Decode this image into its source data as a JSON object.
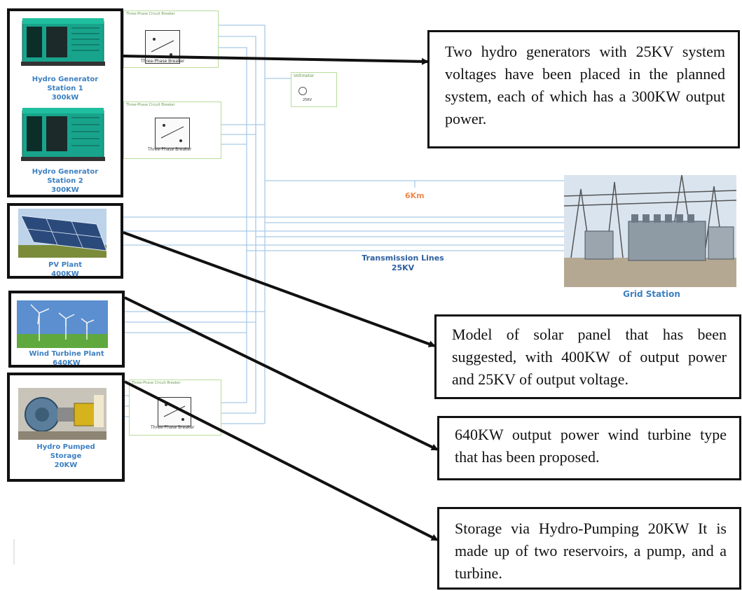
{
  "sources": {
    "hydro1": {
      "line1": "Hydro Generator",
      "line2": "Station 1",
      "line3": "300kW"
    },
    "hydro2": {
      "line1": "Hydro Generator",
      "line2": "Station 2",
      "line3": "300KW"
    },
    "pv": {
      "line1": "PV Plant",
      "line2": "400KW"
    },
    "wind": {
      "line1": "Wind Turbine Plant",
      "line2": "640KW"
    },
    "pumped": {
      "line1": "Hydro Pumped",
      "line2": "Storage",
      "line3": "20KW"
    }
  },
  "breakers": {
    "top_tag": "Three-Phase Circuit Breaker",
    "caption": "Three-Phase Breaker"
  },
  "voltmeter": {
    "title": "Voltmeter",
    "value": "25KV"
  },
  "distance_label": "6Km",
  "transmission": {
    "line1": "Transmission Lines",
    "line2": "25KV"
  },
  "grid_station_label": "Grid Station",
  "callouts": {
    "hydro": "Two hydro generators with 25KV system voltages have been placed in the planned system, each of which has a 300KW output power.",
    "solar": "Model of solar panel that has been suggested, with 400KW of output power and 25KV of output voltage.",
    "wind": "640KW output power wind turbine type that has been proposed.",
    "storage": "Storage via Hydro-Pumping 20KW It is made up of two reservoirs, a pump, and a turbine."
  },
  "colors": {
    "wire": "#a9c9e8",
    "frame": "#111111",
    "label_blue": "#3c7fc1",
    "accent_orange": "#ef8a4c"
  }
}
